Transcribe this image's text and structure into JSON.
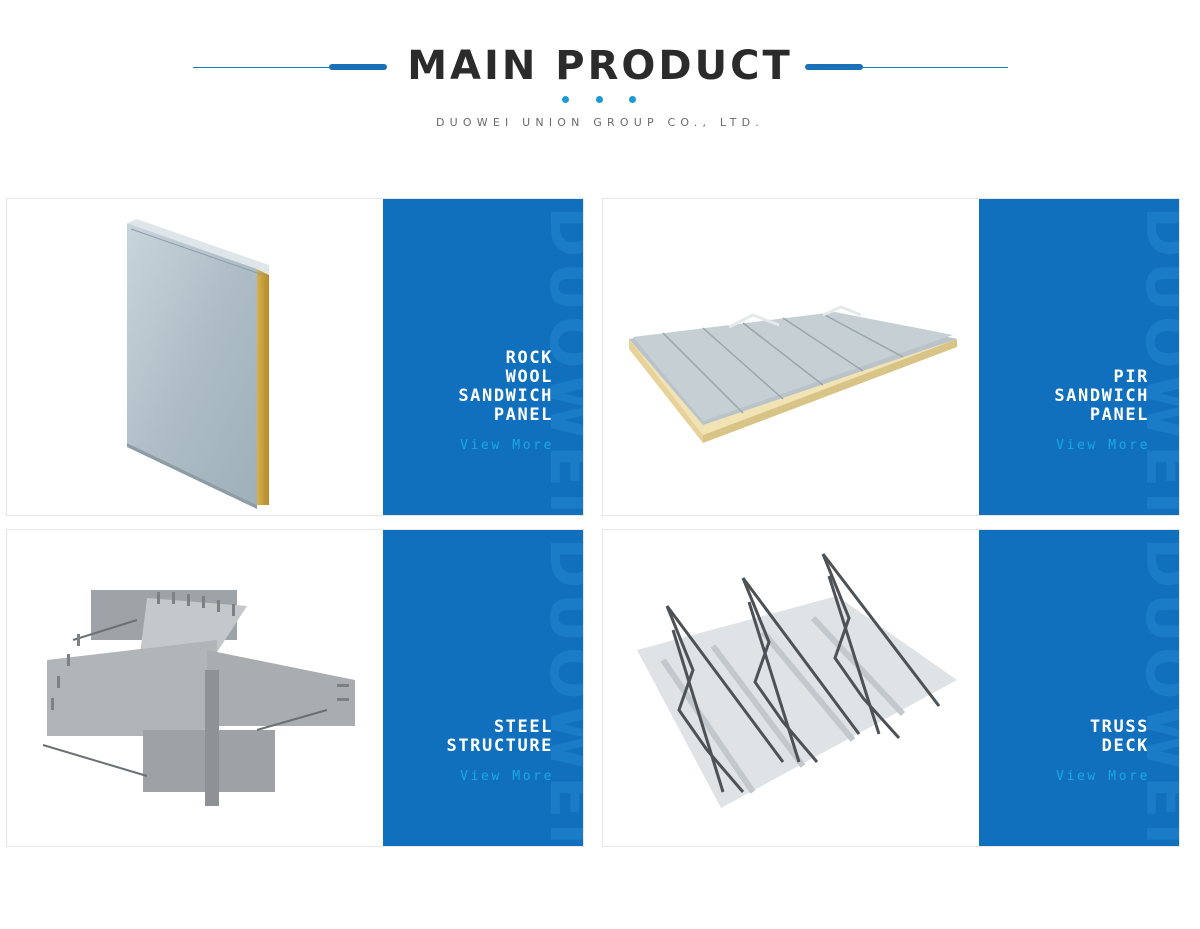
{
  "header": {
    "title": "MAIN PRODUCT",
    "subtitle": "DUOWEI UNION GROUP CO., LTD."
  },
  "watermark": "DUOWEI",
  "products": [
    {
      "name": "ROCK\nWOOL\nSANDWICH\nPANEL",
      "link": "View More"
    },
    {
      "name": "PIR\nSANDWICH\nPANEL",
      "link": "View More"
    },
    {
      "name": "STEEL\nSTRUCTURE",
      "link": "View More"
    },
    {
      "name": "TRUSS\nDECK",
      "link": "View More"
    }
  ],
  "colors": {
    "panel_blue": "#1070bd",
    "accent_cyan": "#1aa7e6",
    "title_dark": "#2b2b2b"
  }
}
